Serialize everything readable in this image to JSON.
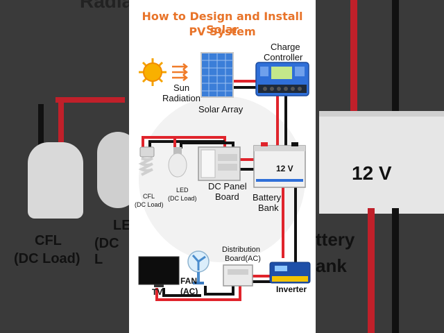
{
  "title": {
    "line1": "How to Design and Install Solar",
    "line2": "PV System"
  },
  "labels": {
    "sun_radiation_1": "Sun",
    "sun_radiation_2": "Radiation",
    "solar_array": "Solar Array",
    "charge_controller_1": "Charge",
    "charge_controller_2": "Controller",
    "battery_voltage": "12 V",
    "battery_bank_1": "Battery",
    "battery_bank_2": "Bank",
    "dc_panel_1": "DC Panel",
    "dc_panel_2": "Board",
    "cfl_1": "CFL",
    "cfl_2": "(DC Load)",
    "led_1": "LED",
    "led_2": "(DC Load)",
    "distribution_1": "Distribution",
    "distribution_2": "Board(AC)",
    "tv": "TV",
    "fan_1": "FAN",
    "fan_2": "(AC)",
    "inverter": "Inverter"
  },
  "background": {
    "left_top": "Radia",
    "left_cfl_1": "CFL",
    "left_cfl_2": "(DC Load)",
    "left_led_1": "LE",
    "left_led_2": "(DC L",
    "right_voltage": "12 V",
    "right_battery_1": "ttery",
    "right_battery_2": "ank"
  },
  "colors": {
    "title": "#e8742a",
    "wire_positive": "#e0242c",
    "wire_negative": "#111111",
    "sun": "#f5a300",
    "solar_panel": "#3b7ed8",
    "controller": "#2f6fd8",
    "inverter": "#1e4fa8"
  }
}
